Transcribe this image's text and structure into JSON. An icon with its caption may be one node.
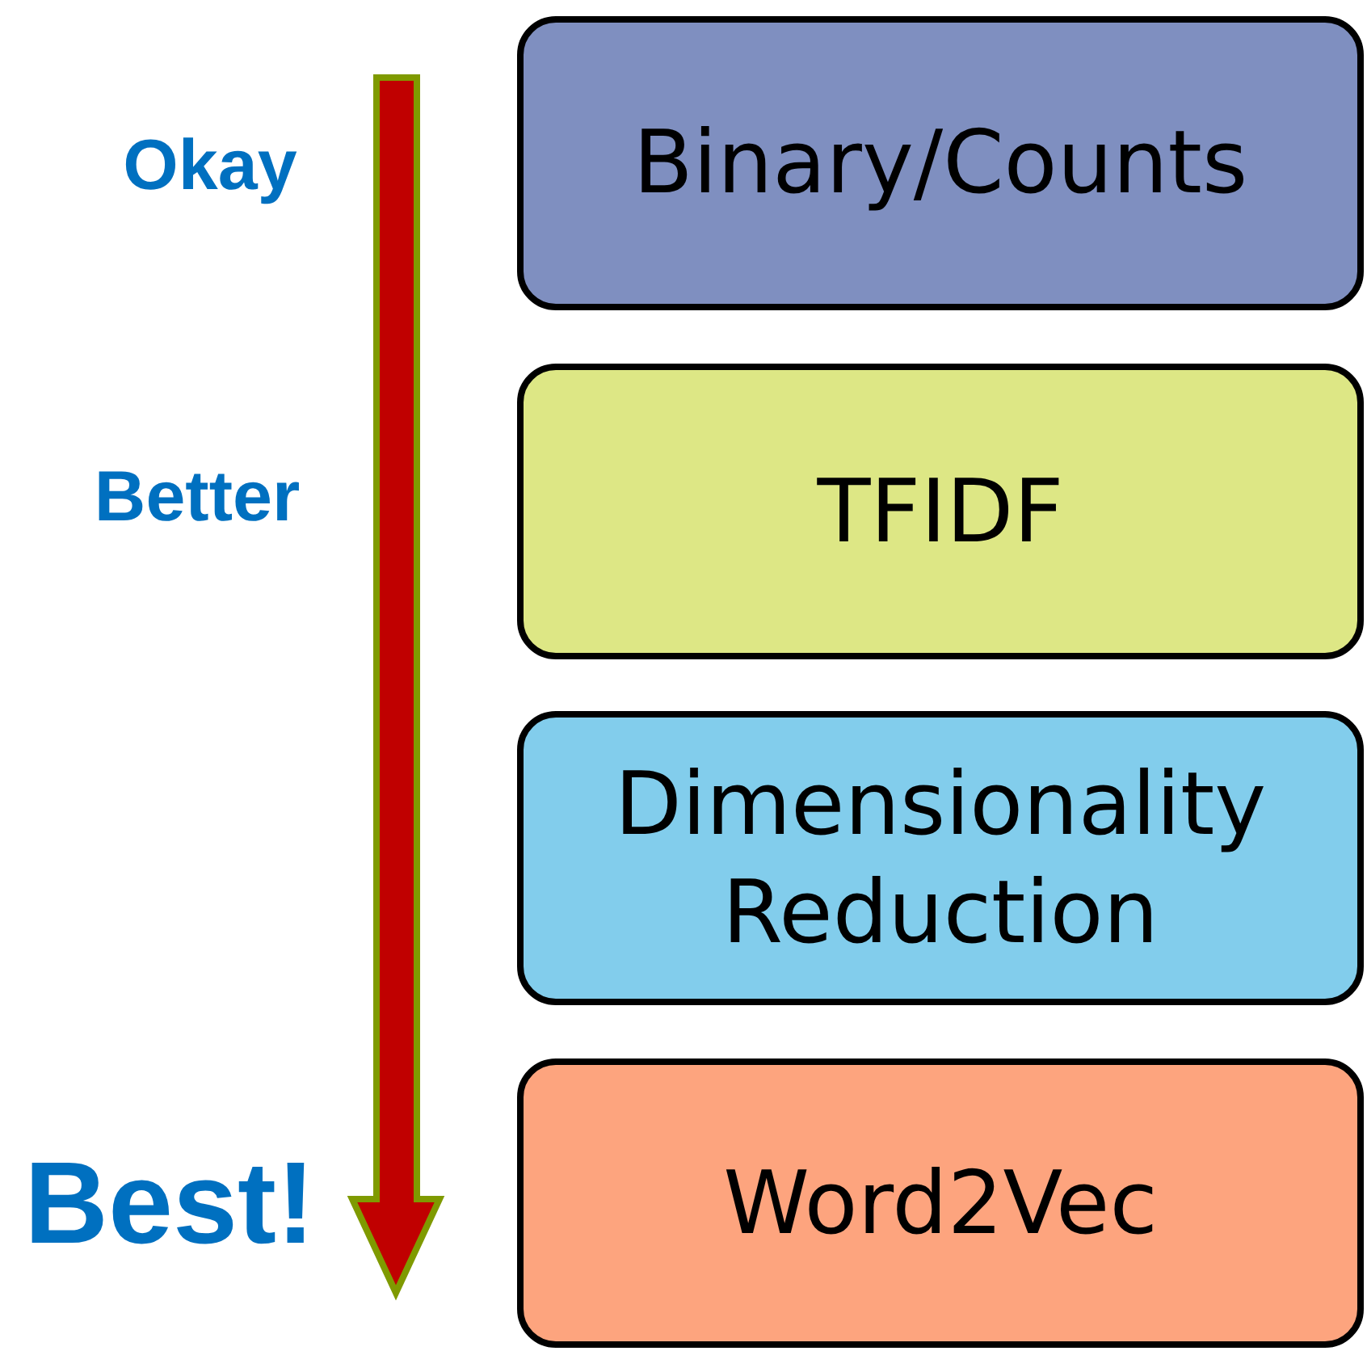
{
  "diagram": {
    "nodes": [
      {
        "text": [
          "Binary/Counts"
        ]
      },
      {
        "text": [
          "TFIDF"
        ]
      },
      {
        "text": [
          "Dimensionality Reduction"
        ]
      },
      {
        "text": [
          "Word2Vec"
        ]
      }
    ],
    "labels": [
      "Okay",
      "Better",
      "Best!"
    ]
  }
}
